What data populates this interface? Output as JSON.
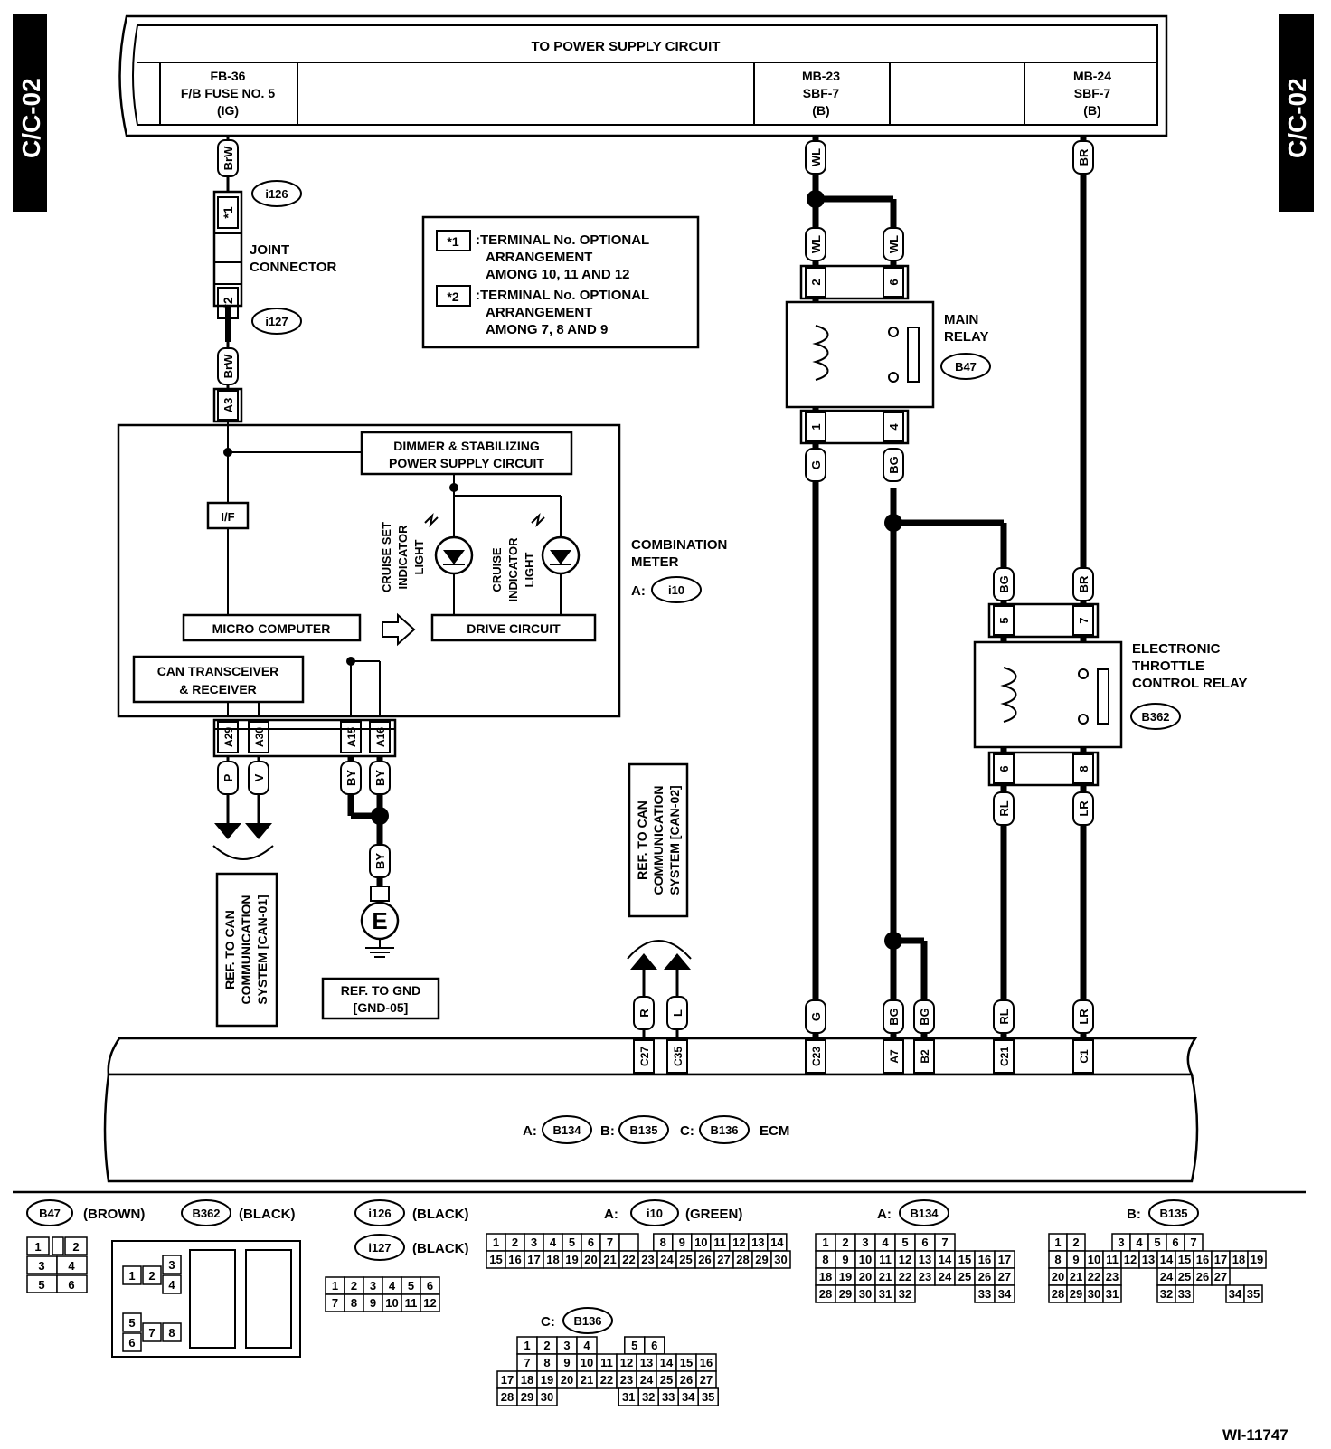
{
  "page": {
    "side_tab": "C/C-02",
    "figure_id": "WI-11747"
  },
  "power": {
    "title": "TO POWER SUPPLY CIRCUIT",
    "fuse1": [
      "FB-36",
      "F/B FUSE NO. 5",
      "(IG)"
    ],
    "fuse2": [
      "MB-23",
      "SBF-7",
      "(B)"
    ],
    "fuse3": [
      "MB-24",
      "SBF-7",
      "(B)"
    ]
  },
  "legend": {
    "mark1": "*1",
    "mark2": "*2",
    "note1": [
      ":TERMINAL No. OPTIONAL",
      "ARRANGEMENT",
      "AMONG 10, 11 AND 12"
    ],
    "note2": [
      ":TERMINAL No. OPTIONAL",
      "ARRANGEMENT",
      "AMONG 7, 8 AND 9"
    ]
  },
  "joint": {
    "label": [
      "JOINT",
      "CONNECTOR"
    ],
    "conn1": "i126",
    "conn2": "i127"
  },
  "meter": {
    "label": [
      "COMBINATION",
      "METER"
    ],
    "conn_prefix": "A:",
    "conn": "i10",
    "dimmer": [
      "DIMMER & STABILIZING",
      "POWER SUPPLY CIRCUIT"
    ],
    "if_label": "I/F",
    "micro": "MICRO COMPUTER",
    "can": [
      "CAN TRANSCEIVER",
      "& RECEIVER"
    ],
    "drive": "DRIVE CIRCUIT",
    "cruise_set": [
      "CRUISE SET",
      "INDICATOR",
      "LIGHT"
    ],
    "cruise_ind": [
      "CRUISE",
      "INDICATOR",
      "LIGHT"
    ]
  },
  "main_relay": {
    "label": [
      "MAIN",
      "RELAY"
    ],
    "conn": "B47"
  },
  "etc_relay": {
    "label": [
      "ELECTRONIC",
      "THROTTLE",
      "CONTROL RELAY"
    ],
    "conn": "B362"
  },
  "refs": {
    "can01": [
      "REF. TO CAN",
      "COMMUNICATION",
      "SYSTEM [CAN-01]"
    ],
    "can02": [
      "REF. TO CAN",
      "COMMUNICATION",
      "SYSTEM [CAN-02]"
    ],
    "gnd": [
      "REF. TO GND",
      "[GND-05]"
    ],
    "ground_letter": "E"
  },
  "wires": {
    "brw": "BrW",
    "wl": "WL",
    "br": "BR",
    "g": "G",
    "bg": "BG",
    "rl": "RL",
    "lr": "LR",
    "p": "P",
    "v": "V",
    "by": "BY",
    "r": "R",
    "l": "L"
  },
  "pins": {
    "a3": "A3",
    "a29": "A29",
    "a30": "A30",
    "a15": "A15",
    "a16": "A16",
    "n2": "2",
    "n6": "6",
    "n1": "1",
    "n4": "4",
    "n5": "5",
    "n7": "7",
    "n6b": "6",
    "n8": "8",
    "c27": "C27",
    "c35": "C35",
    "c23": "C23",
    "a7": "A7",
    "b2": "B2",
    "c21": "C21",
    "c1": "C1"
  },
  "ecm": {
    "a_prefix": "A:",
    "a": "B134",
    "b_prefix": "B:",
    "b": "B135",
    "c_prefix": "C:",
    "c": "B136",
    "label": "ECM"
  },
  "connectors": {
    "b47": {
      "id": "B47",
      "color": "(BROWN)",
      "rows": [
        [
          "1",
          "",
          "2"
        ],
        [
          "3",
          "4"
        ],
        [
          "5",
          "6"
        ]
      ]
    },
    "b362": {
      "id": "B362",
      "color": "(BLACK)",
      "cells": [
        "1",
        "2",
        "3",
        "4",
        "5",
        "6",
        "7",
        "8"
      ]
    },
    "i126": {
      "id": "i126",
      "color": "(BLACK)"
    },
    "i127": {
      "id": "i127",
      "color": "(BLACK)",
      "rows": [
        [
          "1",
          "2",
          "3",
          "4",
          "5",
          "6"
        ],
        [
          "7",
          "8",
          "9",
          "10",
          "11",
          "12"
        ]
      ]
    },
    "i10": {
      "prefix": "A:",
      "id": "i10",
      "color": "(GREEN)",
      "rows": [
        [
          "1",
          "2",
          "3",
          "4",
          "5",
          "6",
          "7",
          "",
          "8",
          "9",
          "10",
          "11",
          "12",
          "13",
          "14"
        ],
        [
          "15",
          "16",
          "17",
          "18",
          "19",
          "20",
          "21",
          "22",
          "23",
          "24",
          "25",
          "26",
          "27",
          "28",
          "29",
          "30"
        ]
      ]
    },
    "b134": {
      "prefix": "A:",
      "id": "B134",
      "rows": [
        [
          "1",
          "2",
          "3",
          "4",
          "5",
          "6",
          "7"
        ],
        [
          "8",
          "9",
          "10",
          "11",
          "12",
          "13",
          "14",
          "15",
          "16",
          "17"
        ],
        [
          "18",
          "19",
          "20",
          "21",
          "22",
          "23",
          "24",
          "25",
          "26",
          "27"
        ],
        [
          "28",
          "29",
          "30",
          "31",
          "32",
          "33",
          "34"
        ]
      ]
    },
    "b135": {
      "prefix": "B:",
      "id": "B135",
      "rows": [
        [
          "1",
          "2",
          "3",
          "4",
          "5",
          "6",
          "7"
        ],
        [
          "8",
          "9",
          "10",
          "11",
          "12",
          "13",
          "14",
          "15",
          "16",
          "17",
          "18",
          "19"
        ],
        [
          "20",
          "21",
          "22",
          "23",
          "24",
          "25",
          "26",
          "27"
        ],
        [
          "28",
          "29",
          "30",
          "31",
          "32",
          "33",
          "34",
          "35"
        ]
      ]
    },
    "b136": {
      "prefix": "C:",
      "id": "B136",
      "rows": [
        [
          "1",
          "2",
          "3",
          "4",
          "5",
          "6"
        ],
        [
          "7",
          "8",
          "9",
          "10",
          "11",
          "12",
          "13",
          "14",
          "15",
          "16"
        ],
        [
          "17",
          "18",
          "19",
          "20",
          "21",
          "22",
          "23",
          "24",
          "25",
          "26",
          "27"
        ],
        [
          "28",
          "29",
          "30",
          "31",
          "32",
          "33",
          "34",
          "35"
        ]
      ]
    }
  }
}
